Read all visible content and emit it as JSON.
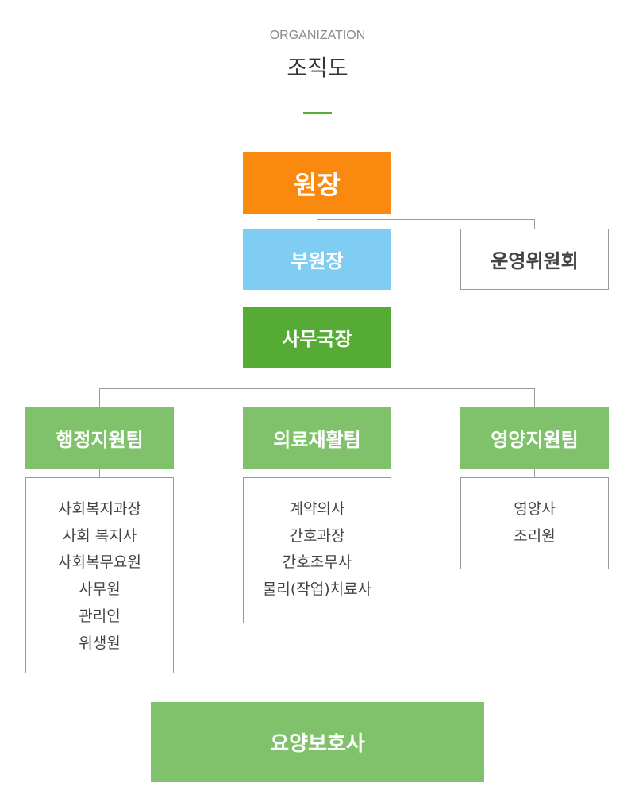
{
  "header": {
    "subtitle": "ORGANIZATION",
    "title": "조직도"
  },
  "org": {
    "director": "원장",
    "vice_director": "부원장",
    "committee": "운영위원회",
    "secretary_general": "사무국장",
    "teams": [
      {
        "name": "행정지원팀",
        "members": [
          "사회복지과장",
          "사회 복지사",
          "사회복무요원",
          "사무원",
          "관리인",
          "위생원"
        ]
      },
      {
        "name": "의료재활팀",
        "members": [
          "계약의사",
          "간호과장",
          "간호조무사",
          "물리(작업)치료사"
        ]
      },
      {
        "name": "영양지원팀",
        "members": [
          "영양사",
          "조리원"
        ]
      }
    ],
    "caregiver": "요양보호사"
  },
  "colors": {
    "director": "#f98a0f",
    "vice_director": "#7fcdf3",
    "secretary_general": "#56ab35",
    "team": "#80c26c",
    "accent": "#5aab3a"
  }
}
